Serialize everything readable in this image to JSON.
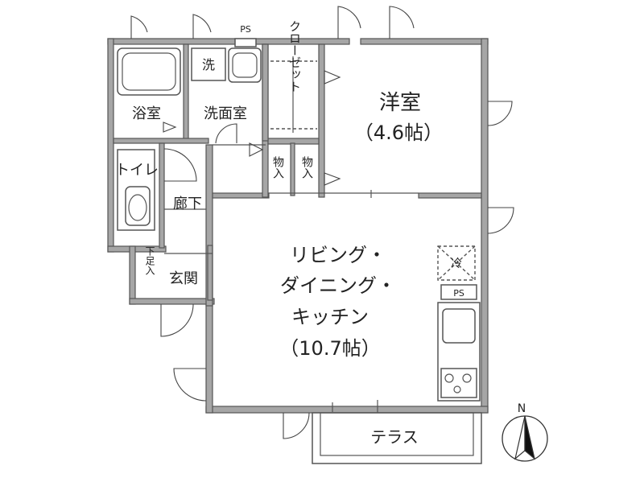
{
  "labels": {
    "ps_top": "PS",
    "sentaku": "洗",
    "closet": "クローゼット",
    "yoshitsu": "洋室",
    "yoshitsu_size": "（4.6帖）",
    "yokushitsu": "浴室",
    "senmenshitsu": "洗面室",
    "mono1": "物入",
    "mono2": "物入",
    "toilet": "トイレ",
    "rouka": "廊下",
    "genkan": "玄関",
    "geta": "下足入",
    "rei": "冷",
    "ps_kitchen": "PS",
    "ldk_line1": "リビング・",
    "ldk_line2": "ダイニング・",
    "ldk_line3": "キッチン",
    "ldk_size": "（10.7帖）",
    "terrace": "テラス",
    "north": "N"
  },
  "colors": {
    "wall_fill": "#a6a6a6",
    "line": "#555555",
    "text": "#222222"
  },
  "icons": [
    "compass-north-icon",
    "sink-icon",
    "stove-icon",
    "toilet-icon",
    "bathtub-icon"
  ]
}
